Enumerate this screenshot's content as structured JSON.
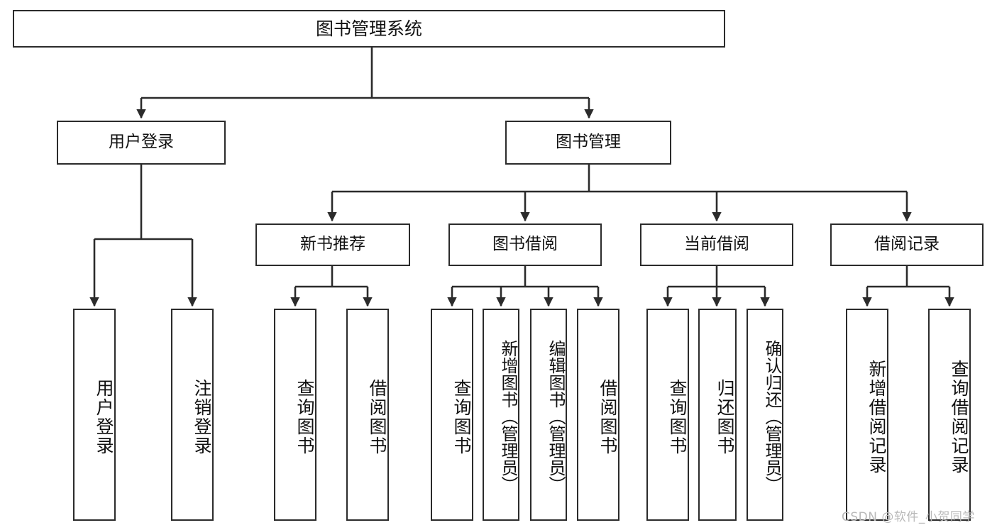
{
  "diagram": {
    "title": "图书管理系统",
    "type": "tree-hierarchy-diagram",
    "root": {
      "label": "图书管理系统"
    },
    "level2": [
      {
        "label": "用户登录"
      },
      {
        "label": "图书管理"
      }
    ],
    "level3": [
      {
        "label": "新书推荐"
      },
      {
        "label": "图书借阅"
      },
      {
        "label": "当前借阅"
      },
      {
        "label": "借阅记录"
      }
    ],
    "leaves": {
      "user_login": [
        {
          "label": "用户登录"
        },
        {
          "label": "注销登录"
        }
      ],
      "new_book_recommend": [
        {
          "label": "查询图书"
        },
        {
          "label": "借阅图书"
        }
      ],
      "book_borrow": [
        {
          "label": "查询图书"
        },
        {
          "label": "新增图书（管理员）"
        },
        {
          "label": "编辑图书（管理员）"
        },
        {
          "label": "借阅图书"
        }
      ],
      "current_borrow": [
        {
          "label": "查询图书"
        },
        {
          "label": "归还图书"
        },
        {
          "label": "确认归还（管理员）"
        }
      ],
      "borrow_record": [
        {
          "label": "新增借阅记录"
        },
        {
          "label": "查询借阅记录"
        }
      ]
    }
  },
  "watermark": {
    "text": "CSDN @软件_小贺同学"
  },
  "colors": {
    "border": "#2b2b2b",
    "background": "#ffffff",
    "text": "#111111",
    "watermark": "#b9b9b9"
  }
}
